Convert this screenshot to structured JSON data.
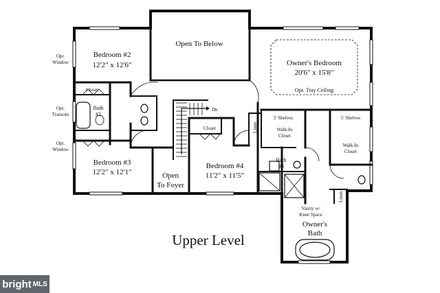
{
  "plan_title": "Upper Level",
  "rooms": {
    "open_to_below": "Open To Below",
    "bedroom2_name": "Bedroom #2",
    "bedroom2_dim": "12'2\" x 12'6\"",
    "bedroom3_name": "Bedroom #3",
    "bedroom3_dim": "12'2\" x 12'1\"",
    "bedroom4_name": "Bedroom #4",
    "bedroom4_dim": "11'2\" x 11'5\"",
    "owners_bedroom_name": "Owner's Bedroom",
    "owners_bedroom_dim": "20'6\" x 15'8\"",
    "tray_ceiling": "Opt. Tray Ceiling",
    "open_to_foyer_1": "Open",
    "open_to_foyer_2": "To Foyer",
    "bath2_1": "Bath",
    "bath2_2": "#2",
    "bath3_1": "Bath",
    "bath3_2": "#3",
    "owners_bath_1": "Owner's",
    "owners_bath_2": "Bath",
    "closet_b2": "Closet",
    "closet_b4": "Closet",
    "walkin1_1": "Walk-In",
    "walkin1_2": "Closet",
    "walkin2_1": "Walk-In",
    "walkin2_2": "Closet",
    "shelves1": "5' Shelves",
    "shelves2": "5' Shelves",
    "linen1": "Linen",
    "linen2": "Linen",
    "vanity_1": "Vanity w/",
    "vanity_2": "Knee Space",
    "stairs_dn": "Dn"
  },
  "notes": {
    "opt_window_top_1": "Opt.",
    "opt_window_top_2": "Window",
    "opt_transom_1": "Opt.",
    "opt_transom_2": "Transom",
    "opt_window_bot_1": "Opt.",
    "opt_window_bot_2": "Window"
  },
  "watermark": {
    "brand": "bright",
    "suffix": "MLS"
  }
}
